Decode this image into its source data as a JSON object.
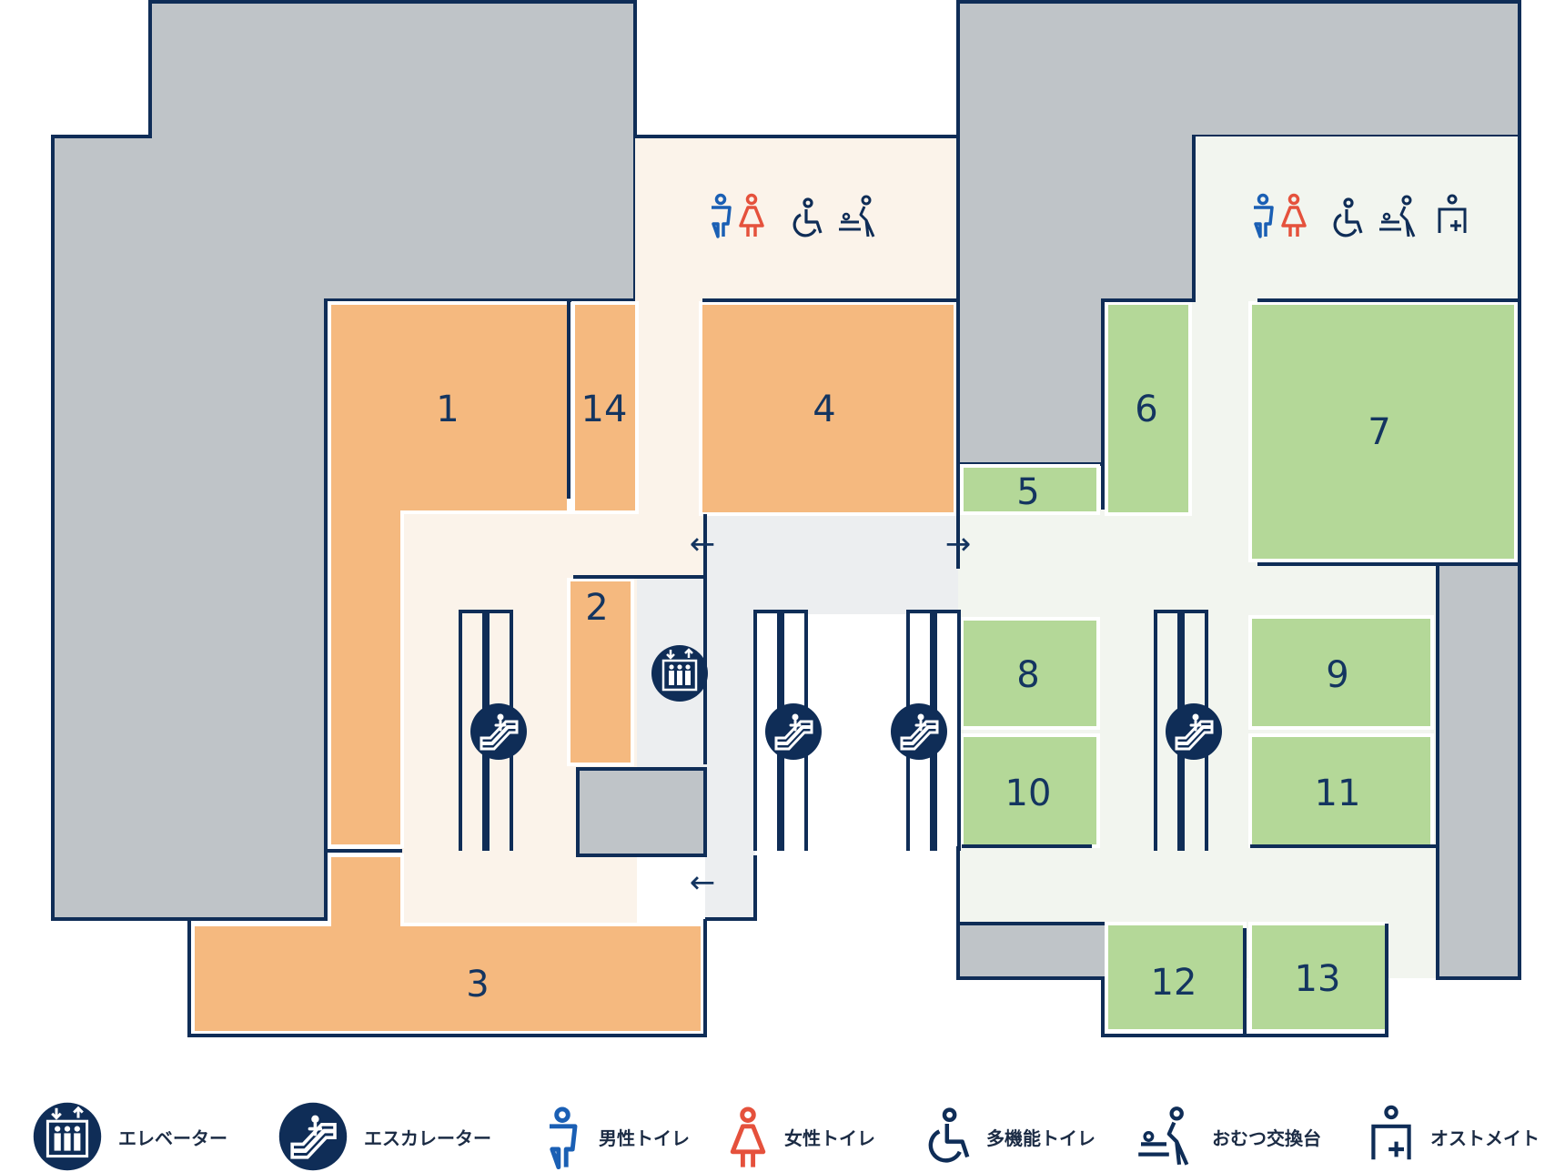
{
  "colors": {
    "navy": "#0f2d57",
    "gray_block": "#bfc4c8",
    "orange_shop": "#f5b97f",
    "orange_floor": "#fbf3ea",
    "green_shop": "#b4d898",
    "green_floor": "#f2f5ef",
    "corridor": "#eceef0",
    "male_blue": "#1a5fb4",
    "female_red": "#e5513c"
  },
  "shops": [
    {
      "id": "1",
      "label": "1",
      "zone": "orange"
    },
    {
      "id": "2",
      "label": "2",
      "zone": "orange"
    },
    {
      "id": "3",
      "label": "3",
      "zone": "orange"
    },
    {
      "id": "4",
      "label": "4",
      "zone": "orange"
    },
    {
      "id": "14",
      "label": "14",
      "zone": "orange"
    },
    {
      "id": "5",
      "label": "5",
      "zone": "green"
    },
    {
      "id": "6",
      "label": "6",
      "zone": "green"
    },
    {
      "id": "7",
      "label": "7",
      "zone": "green"
    },
    {
      "id": "8",
      "label": "8",
      "zone": "green"
    },
    {
      "id": "9",
      "label": "9",
      "zone": "green"
    },
    {
      "id": "10",
      "label": "10",
      "zone": "green"
    },
    {
      "id": "11",
      "label": "11",
      "zone": "green"
    },
    {
      "id": "12",
      "label": "12",
      "zone": "green"
    },
    {
      "id": "13",
      "label": "13",
      "zone": "green"
    }
  ],
  "arrows": {
    "left": "←",
    "right": "→"
  },
  "map_icons": [
    "elevator-icon",
    "escalator-icon",
    "male-toilet-icon",
    "female-toilet-icon",
    "multipurpose-toilet-icon",
    "diaper-changing-icon",
    "ostomate-icon"
  ],
  "legend": [
    {
      "icon": "elevator-icon",
      "label": "エレベーター"
    },
    {
      "icon": "escalator-icon",
      "label": "エスカレーター"
    },
    {
      "icon": "male-toilet-icon",
      "label": "男性トイレ"
    },
    {
      "icon": "female-toilet-icon",
      "label": "女性トイレ"
    },
    {
      "icon": "multipurpose-toilet-icon",
      "label": "多機能トイレ"
    },
    {
      "icon": "diaper-changing-icon",
      "label": "おむつ交換台"
    },
    {
      "icon": "ostomate-icon",
      "label": "オストメイト"
    }
  ]
}
